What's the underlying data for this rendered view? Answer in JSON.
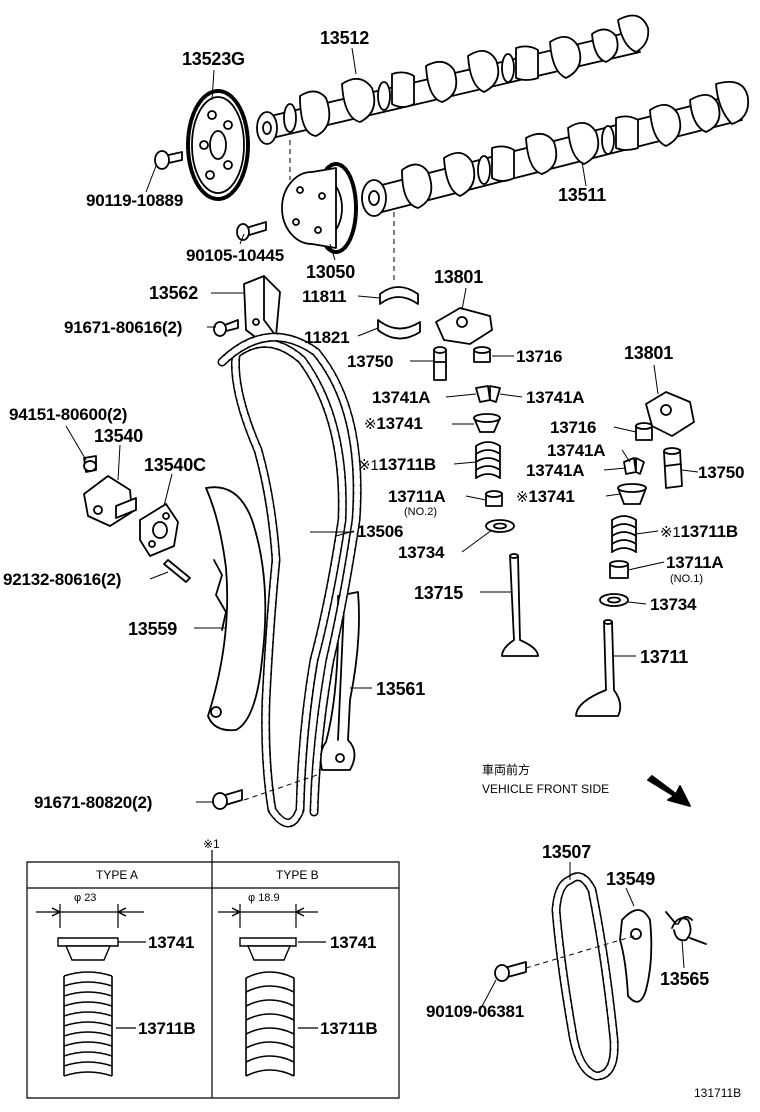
{
  "labels": {
    "p13512": "13512",
    "p13523G": "13523G",
    "p90119": "90119-10889",
    "p13511": "13511",
    "p90105": "90105-10445",
    "p13050": "13050",
    "p13562": "13562",
    "p11811": "11811",
    "p13801a": "13801",
    "p91671a": "91671-80616(2)",
    "p11821": "11821",
    "p13750a": "13750",
    "p13716a": "13716",
    "p13801b": "13801",
    "p13741Aa": "13741A",
    "p13741Ab": "13741A",
    "p94151": "94151-80600(2)",
    "p13741a": "13741",
    "p13716b": "13716",
    "p13540": "13540",
    "p13741Ac": "13741A",
    "p13711Ba": "13711B",
    "p13741Ad": "13741A",
    "p13750b": "13750",
    "p13540C": "13540C",
    "p13711Aa": "13711A",
    "p13741b": "13741",
    "p13506": "13506",
    "p13711Bb": "13711B",
    "p13734a": "13734",
    "p13711Ab": "13711A",
    "p92132": "92132-80616(2)",
    "p13715": "13715",
    "p13734b": "13734",
    "p13559": "13559",
    "p13711": "13711",
    "p13561": "13561",
    "p91671b": "91671-80820(2)",
    "p13507": "13507",
    "p13549": "13549",
    "p13741c": "13741",
    "p13741d": "13741",
    "p13565": "13565",
    "p13711Bc": "13711B",
    "p13711Bd": "13711B",
    "p90109": "90109-06381",
    "figure_id": "131711B"
  },
  "notes": {
    "mark": "※",
    "mark_1": "※1",
    "no2": "(NO.2)",
    "no1": "(NO.1)",
    "front_jp": "車両前方",
    "front_en": "VEHICLE FRONT SIDE"
  },
  "type_table": {
    "type_a": "TYPE A",
    "type_b": "TYPE B",
    "dia_a": "φ 23",
    "dia_b": "φ 18.9"
  },
  "colors": {
    "line": "#000000",
    "background": "#ffffff"
  }
}
